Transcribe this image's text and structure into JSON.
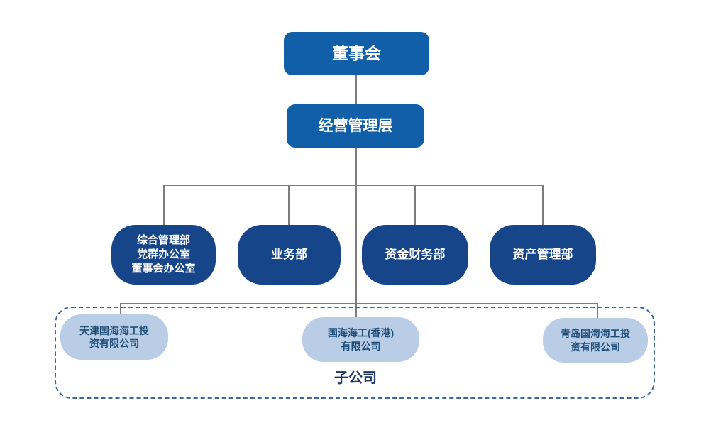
{
  "org": {
    "root": {
      "label": "董事会"
    },
    "management": {
      "label": "经营管理层"
    },
    "departments": [
      {
        "label": "综合管理部\n党群办公室\n董事会办公室"
      },
      {
        "label": "业务部"
      },
      {
        "label": "资金财务部"
      },
      {
        "label": "资产管理部"
      }
    ],
    "subsidiary_group": {
      "label": "子公司",
      "companies": [
        {
          "label": "天津国海海工投\n资有限公司"
        },
        {
          "label": "国海海工(香港)\n有限公司"
        },
        {
          "label": "青岛国海海工投\n资有限公司"
        }
      ]
    }
  },
  "colors": {
    "primary-blue": "#115fa8",
    "navy-blue": "#17458a",
    "light-blue": "#b9cde6",
    "light-box-text": "#1f4e79",
    "group-label": "#1f3864",
    "dashed-border": "#3a67a4",
    "connector": "#7d7d7d",
    "background": "#ffffff"
  }
}
